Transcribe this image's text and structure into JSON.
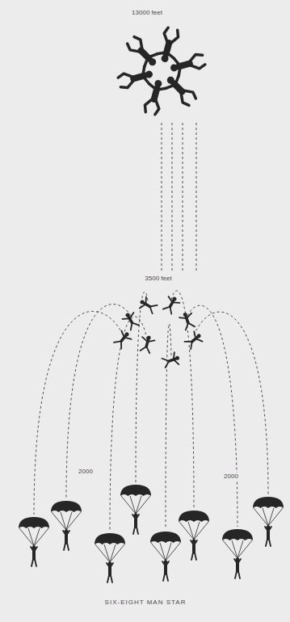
{
  "diagram": {
    "caption": "SIX-EIGHT MAN STAR",
    "labels": [
      "13000 feet",
      "3500 feet",
      "2000",
      "2000"
    ]
  }
}
